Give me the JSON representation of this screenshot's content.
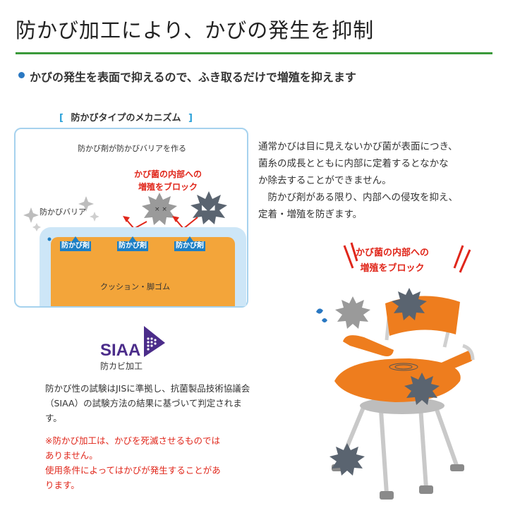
{
  "heading": {
    "title": "防かび加工により、かびの発生を抑制",
    "subtitle": "かびの発生を表面で抑えるので、ふき取るだけで増殖を抑えます"
  },
  "mechanism": {
    "bracket_open": "[",
    "title": "防かびタイプのメカニズム",
    "bracket_close": "]",
    "panel_heading": "防かび剤が防かびバリアを作る",
    "block_line1": "かび菌の内部への",
    "block_line2": "増殖をブロック",
    "barrier_label": "防かびバリア",
    "agents": [
      "防かび剤",
      "防かび剤",
      "防かび剤"
    ],
    "cushion_label": "クッション・脚ゴム"
  },
  "description": {
    "lines": [
      "通常かびは目に見えないかび菌が表面につき、",
      "菌糸の成長とともに内部に定着するとなかな",
      "か除去することができません。",
      "　防かび剤がある限り、内部への侵攻を抑え、",
      "定着・増殖を防ぎます。"
    ]
  },
  "siaa": {
    "logo_text": "SIAA",
    "label": "防カビ加工",
    "test_text": "防かび性の試験はJISに準拠し、抗菌製品技術協議会（SIAA）の試験方法の結果に基づいて判定されます。",
    "note_lines": [
      "※防かび加工は、かびを死滅させるものでは",
      "ありません。",
      "使用条件によってはかびが発生することがあ",
      "ります。"
    ]
  },
  "chair_callout": {
    "line1": "かび菌の内部への",
    "line2": "増殖をブロック"
  },
  "colors": {
    "accent_green": "#3a9a3a",
    "accent_red": "#e0261a",
    "agent_blue": "#1d7fc4",
    "cushion_orange": "#f3a53a",
    "siaa_purple": "#4b2c8a"
  }
}
